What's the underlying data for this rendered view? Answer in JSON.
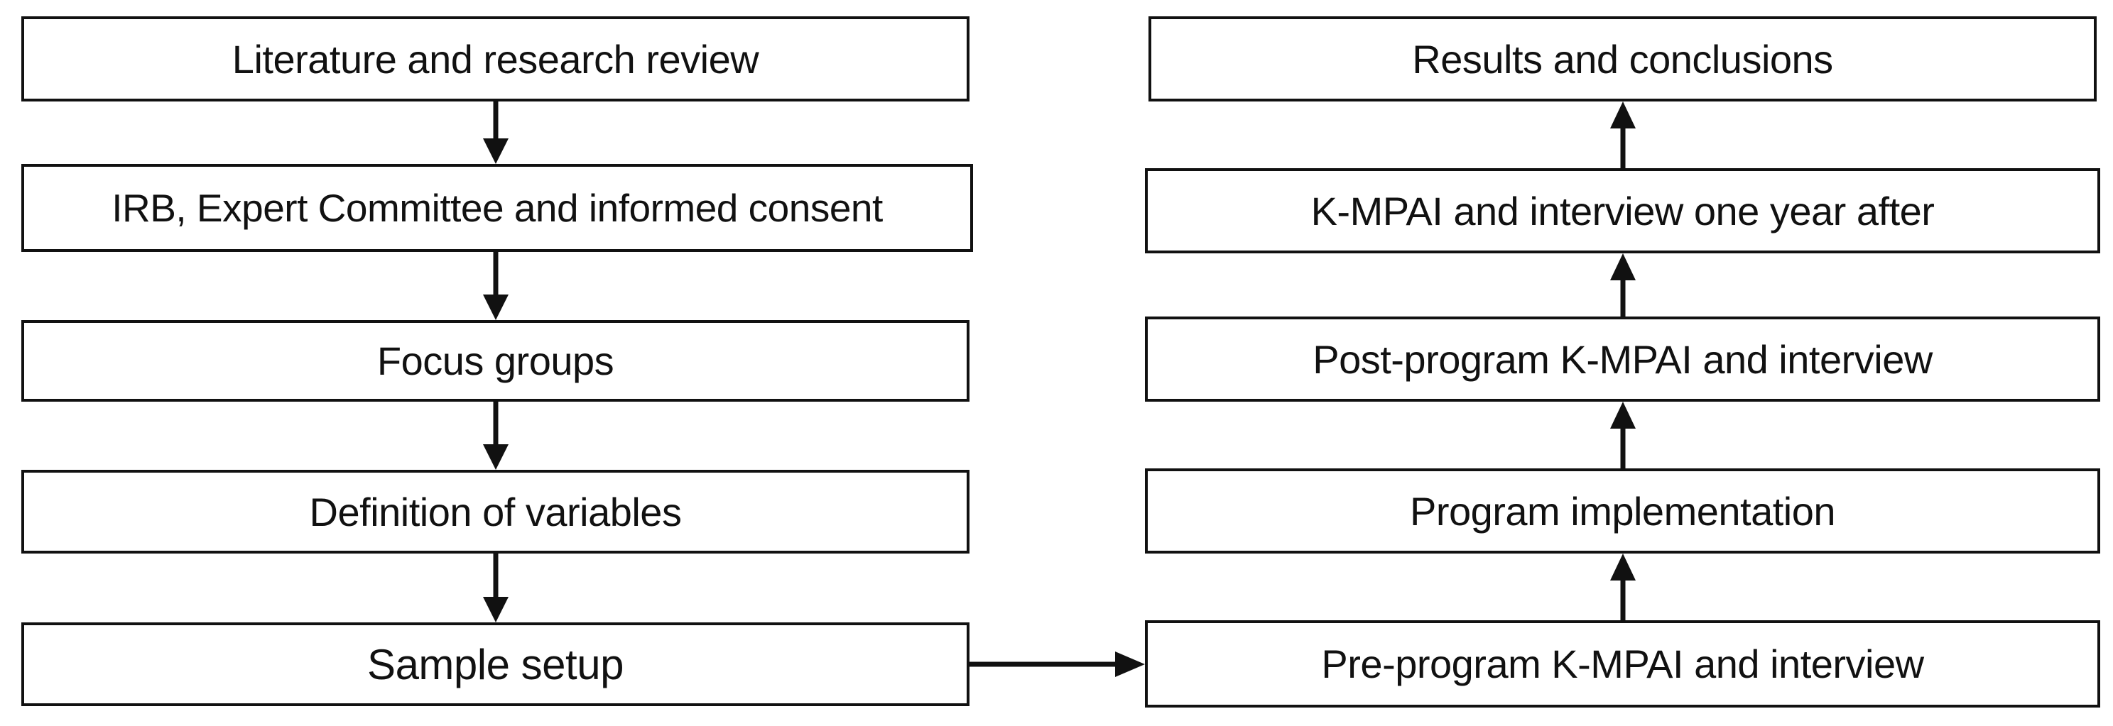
{
  "left_column": [
    "Literature and research review",
    "IRB, Expert Committee and informed consent",
    "Focus groups",
    "Definition of variables",
    "Sample setup"
  ],
  "right_column": [
    "Results and conclusions",
    "K-MPAI and interview one year after",
    "Post-program K-MPAI and interview",
    "Program implementation",
    "Pre-program K-MPAI and interview"
  ]
}
